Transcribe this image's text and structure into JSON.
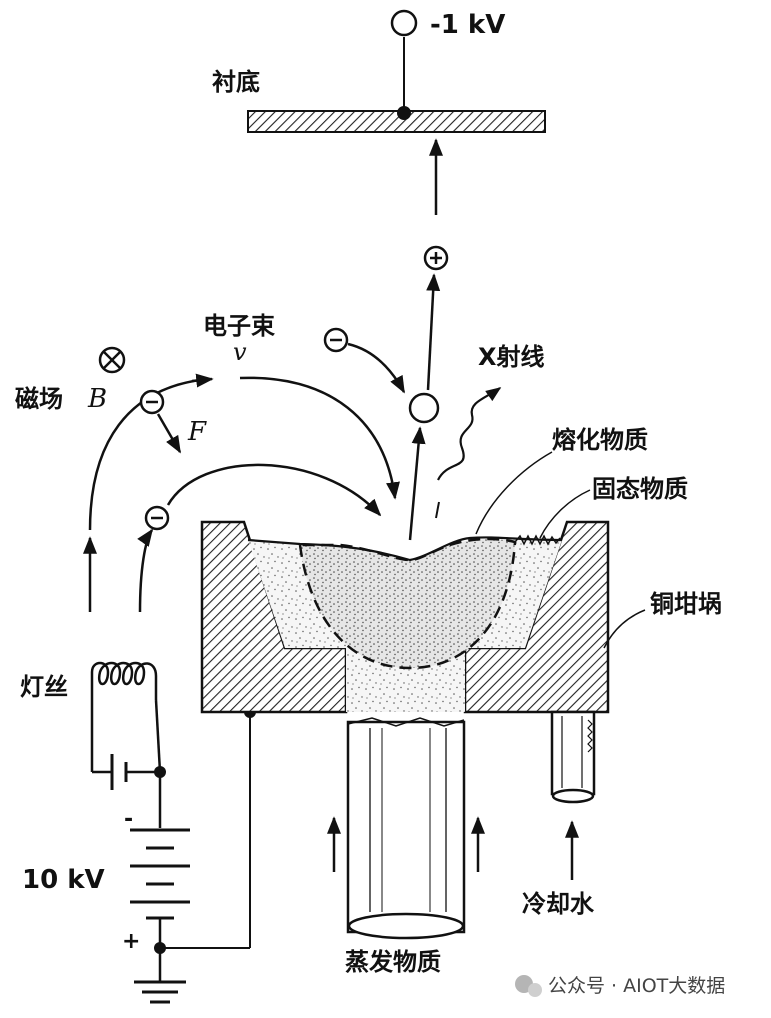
{
  "labels": {
    "voltage_top": "-1 kV",
    "substrate": "衬底",
    "electron_beam": "电子束",
    "velocity": "v",
    "magnetic_field": "磁场",
    "magnetic_symbol": "B",
    "force": "F",
    "xray": "X射线",
    "molten": "熔化物质",
    "solid": "固态物质",
    "crucible": "铜坩埚",
    "filament": "灯丝",
    "voltage_bottom": "10 kV",
    "minus_sign": "-",
    "plus_sign": "+",
    "cooling_water": "冷却水",
    "evaporant": "蒸发物质"
  },
  "watermark": {
    "text": "公众号 · AIOT大数据"
  }
}
